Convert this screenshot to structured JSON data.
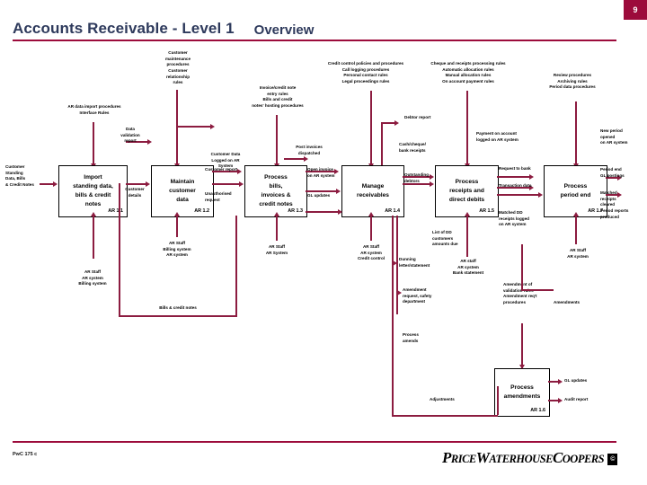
{
  "header": {
    "page_number": "9",
    "title": "Accounts Receivable - Level 1",
    "subtitle": "Overview"
  },
  "footer": {
    "code": "PwC 175 c",
    "logo_price": "P",
    "logo_rice": "RICE",
    "logo_w": "W",
    "logo_aterhouse": "ATERHOUSE",
    "logo_c": "C",
    "logo_oopers": "OOPERS",
    "logo_mark": "©"
  },
  "top_notes": [
    {
      "id": "customer-maintenance",
      "text": "Customer\nmaintenance\nprocedures\nCustomer\nrelationship\nrules"
    },
    {
      "id": "invoice-entry",
      "text": "Invoice/credit note\nentry rules\nBills and credit\nnotes' hosting procedures"
    },
    {
      "id": "credit-control",
      "text": "Credit control policies and procedures\nCall logging procedures\nPersonal contact rules\nLegal proceedings rules"
    },
    {
      "id": "cheque-receipts",
      "text": "Cheque and receipts processing rules\nAutomatic allocation rules\nManual allocation rules\nOn account payment rules"
    },
    {
      "id": "review-archiving",
      "text": "Review procedures\nArchiving rules\nPeriod data procedures"
    },
    {
      "id": "ar-data-import",
      "text": "AR data import procedures\nInterface Rules"
    }
  ],
  "process_boxes": [
    {
      "id": "import-standing-data",
      "title": "Import\nstanding data,\nbills & credit\nnotes",
      "ref": "AR 1.1"
    },
    {
      "id": "maintain-customer-data",
      "title": "Maintain\ncustomer\ndata",
      "ref": "AR 1.2"
    },
    {
      "id": "process-bills",
      "title": "Process\nbills,\ninvoices &\ncredit notes",
      "ref": "AR 1.3"
    },
    {
      "id": "manage-receivables",
      "title": "Manage\nreceivables",
      "ref": "AR 1.4"
    },
    {
      "id": "process-receipts",
      "title": "Process\nreceipts and\ndirect debits",
      "ref": "AR 1.5"
    },
    {
      "id": "process-period-end",
      "title": "Process\nperiod end",
      "ref": "AR 1.7"
    },
    {
      "id": "process-amendments",
      "title": "Process\namendments",
      "ref": "AR 1.6"
    }
  ],
  "flow_labels": [
    {
      "id": "customer-standing-data",
      "text": "Customer\nStanding\nData, Bills\n& Credit Notes"
    },
    {
      "id": "data-validation-report",
      "text": "Data\nvalidation\nreport"
    },
    {
      "id": "customer-details",
      "text": "Customer\ndetails"
    },
    {
      "id": "customer-data-logged",
      "text": "Customer Data\nLogged on AR\nSystem"
    },
    {
      "id": "customer-report",
      "text": "Customer report"
    },
    {
      "id": "unauthorised-request",
      "text": "Unauthorised\nrequest"
    },
    {
      "id": "post-invoices-dispatched",
      "text": "Post invoices\ndispatched"
    },
    {
      "id": "open-invoice-ar",
      "text": "Open invoice\non AR system"
    },
    {
      "id": "gl-updates-1",
      "text": "GL updates"
    },
    {
      "id": "debtor-report",
      "text": "Debtor report"
    },
    {
      "id": "cash-cheque-receipts",
      "text": "Cash/cheque/\nbank receipts"
    },
    {
      "id": "outstanding-debtors",
      "text": "Outstanding\ndebtors"
    },
    {
      "id": "payment-on-account",
      "text": "Payment on account\nlogged on AR system"
    },
    {
      "id": "request-to-bank",
      "text": "Request to bank"
    },
    {
      "id": "transaction-data",
      "text": "Transaction data"
    },
    {
      "id": "matched-dd-receipts",
      "text": "Matched DD\nreceipts logged\non AR system"
    },
    {
      "id": "list-of-dd-customers",
      "text": "List of DD\ncustomers\namounts due"
    },
    {
      "id": "new-period-opened",
      "text": "New period\nopened\non AR system"
    },
    {
      "id": "period-end-gl-postings",
      "text": "Period end\nGL postings"
    },
    {
      "id": "matched-receipts-cleared",
      "text": "Matched\nreceipts\ncleared"
    },
    {
      "id": "period-reports",
      "text": "Period reports\nproduced"
    },
    {
      "id": "ar-staff-billing-1",
      "text": "AR Staff\nAR system\nBilling system"
    },
    {
      "id": "ar-staff-billing-2",
      "text": "AR Staff\nBilling system\nAR system"
    },
    {
      "id": "ar-staff-ar-system-1",
      "text": "AR Staff\nAR System"
    },
    {
      "id": "ar-staff-credit-control",
      "text": "AR Staff\nAR system\nCredit control"
    },
    {
      "id": "bills-credit-notes",
      "text": "Bills & credit notes"
    },
    {
      "id": "dunning-letter",
      "text": "Dunning\nletter/statement"
    },
    {
      "id": "ar-staff-bank-statement",
      "text": "AR staff\nAR system\nBank statement"
    },
    {
      "id": "ar-staff-ar-system-2",
      "text": "AR Staff\nAR system"
    },
    {
      "id": "amendment-request",
      "text": "Amendment\nrequest, safety\ndepartment"
    },
    {
      "id": "amendment-validation",
      "text": "Amendment of\nvalidation rules\nAmendment req't\nprocedures"
    },
    {
      "id": "amendments",
      "text": "Amendments"
    },
    {
      "id": "process-amends-label",
      "text": "Process\namends"
    },
    {
      "id": "adjustments",
      "text": "Adjustments"
    },
    {
      "id": "gl-updates-2",
      "text": "GL updates"
    },
    {
      "id": "audit-report",
      "text": "Audit report"
    }
  ]
}
